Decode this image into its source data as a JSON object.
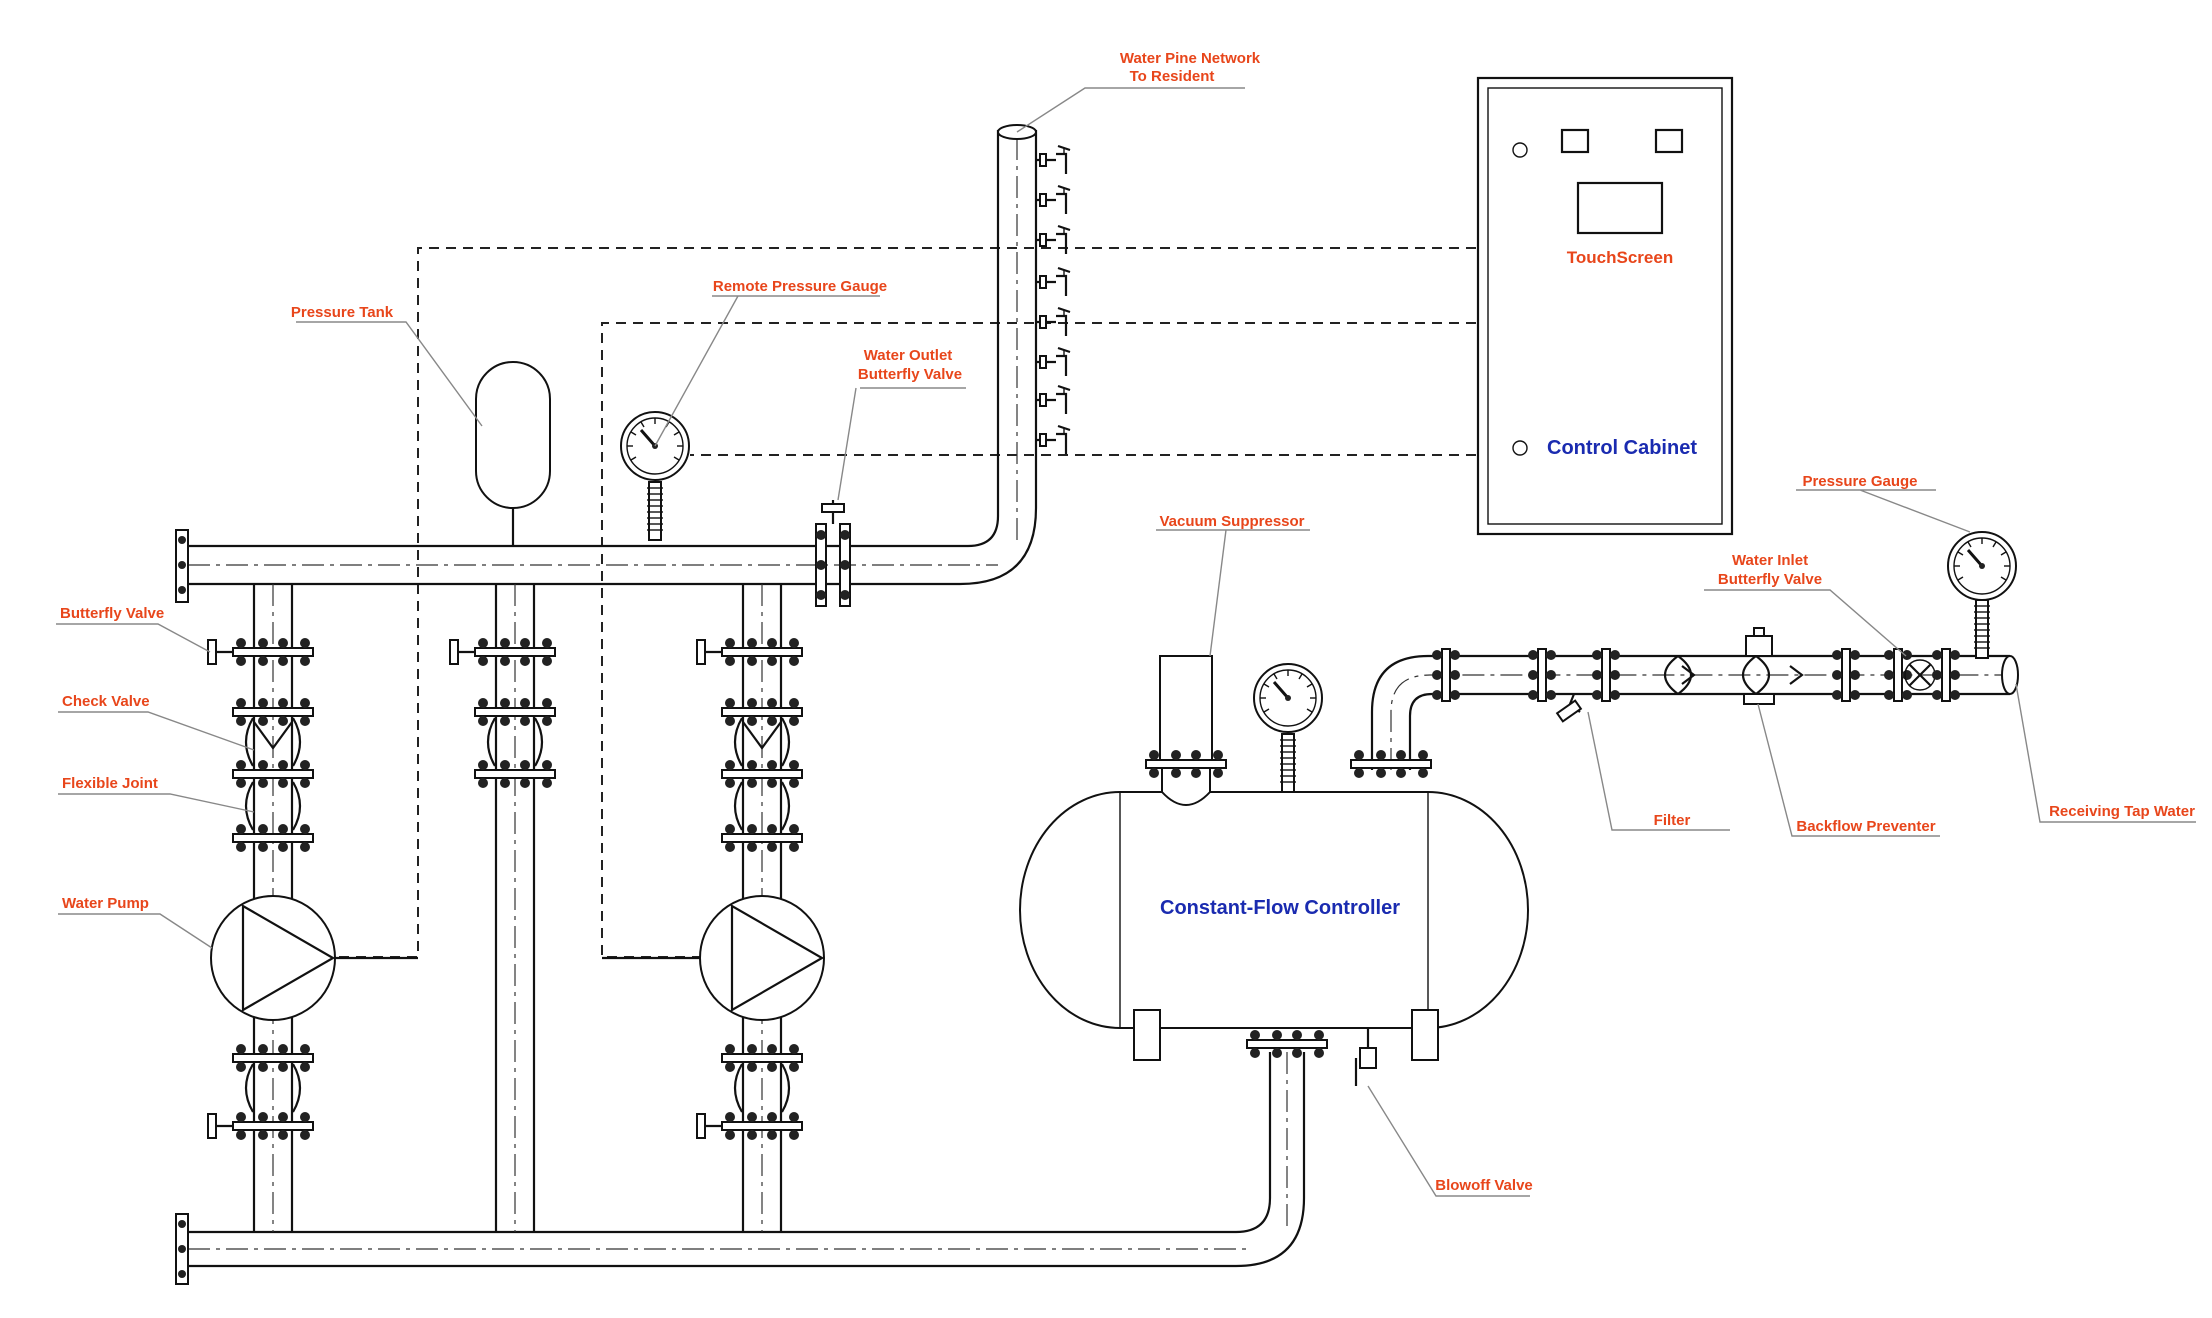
{
  "diagram": {
    "labels": {
      "water_pipe_network": [
        "Water Pine Network",
        "To Resident"
      ],
      "pressure_tank": "Pressure Tank",
      "remote_pressure_gauge": "Remote Pressure Gauge",
      "water_outlet_butterfly_valve": [
        "Water Outlet",
        "Butterfly Valve"
      ],
      "butterfly_valve": "Butterfly Valve",
      "check_valve": "Check Valve",
      "flexible_joint": "Flexible Joint",
      "water_pump": "Water Pump",
      "vacuum_suppressor": "Vacuum Suppressor",
      "pressure_gauge": "Pressure Gauge",
      "water_inlet_butterfly_valve": [
        "Water Inlet",
        "Butterfly Valve"
      ],
      "filter": "Filter",
      "backflow_preventer": "Backflow Preventer",
      "receiving_tap_water": "Receiving Tap Water",
      "blowoff_valve": "Blowoff Valve"
    },
    "cabinet": {
      "touchscreen": "TouchScreen",
      "title": "Control Cabinet"
    },
    "controller": {
      "title": "Constant-Flow Controller"
    },
    "colors": {
      "label": "#e8461b",
      "component_title": "#1a2bb0",
      "line": "#111111"
    }
  }
}
